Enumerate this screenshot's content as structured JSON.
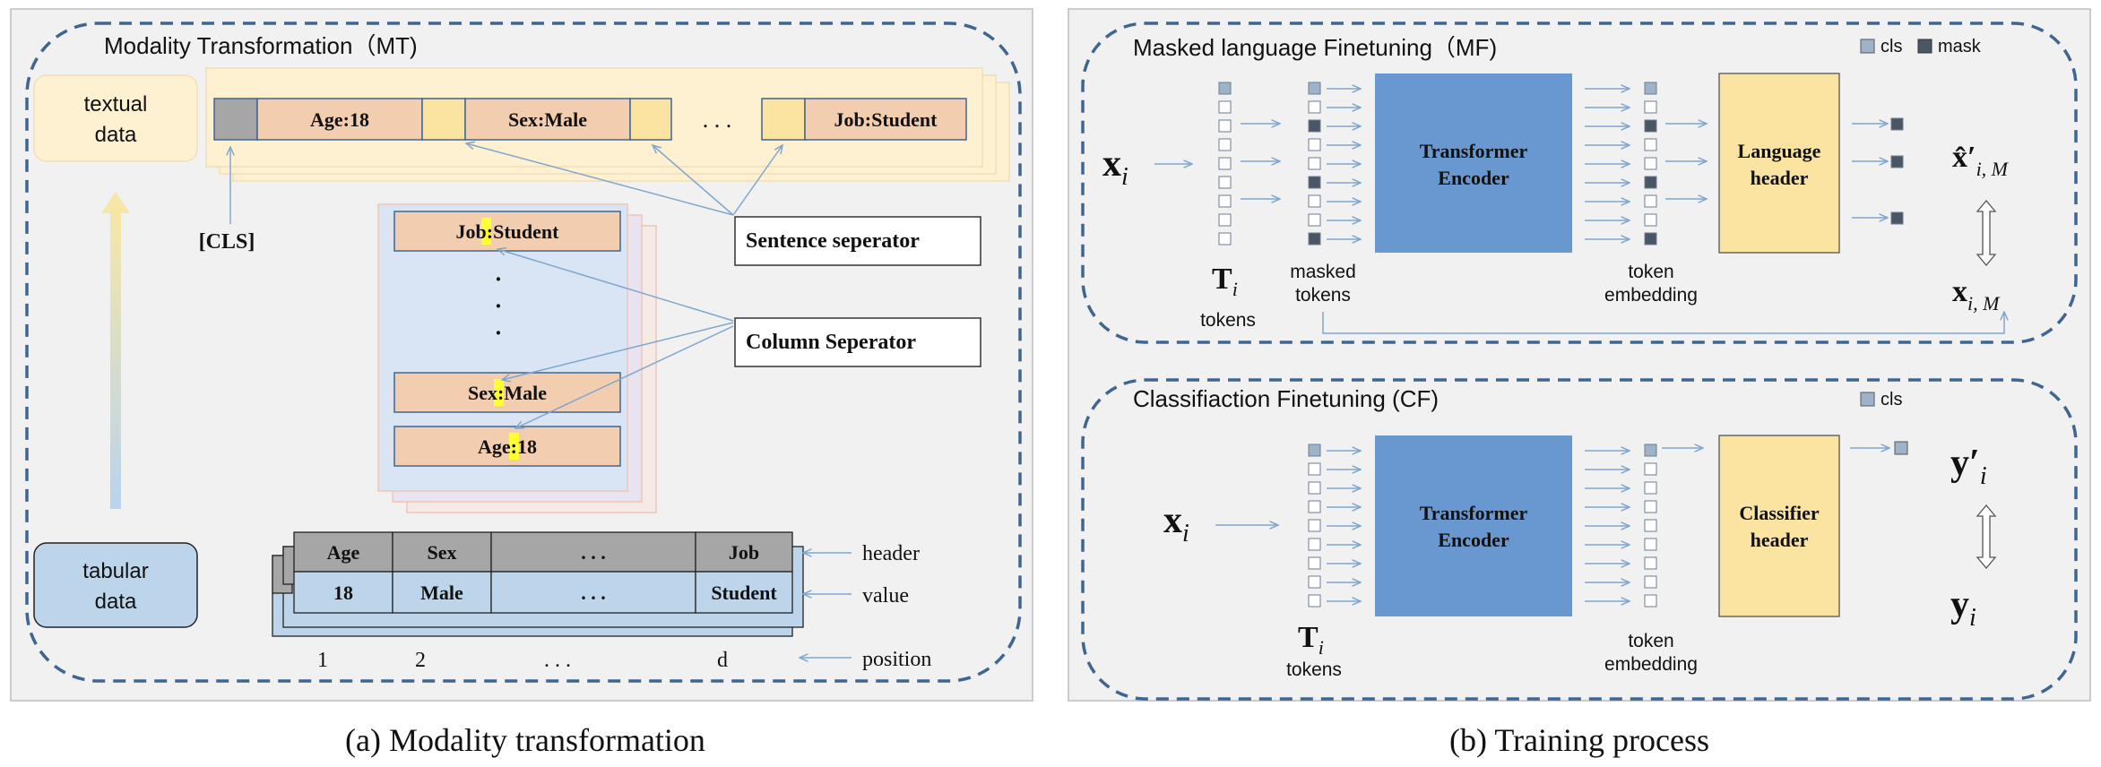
{
  "left": {
    "mt_title": "Modality Transformation（MT)",
    "textual_data": [
      "textual",
      "data"
    ],
    "tabular_data": [
      "tabular",
      "data"
    ],
    "cls_label": "[CLS]",
    "sentence_tokens": [
      "Age:18",
      "Sex:Male",
      "Job:Student"
    ],
    "ellipsis": ". . .",
    "column_stack": [
      {
        "key": "Job",
        "sep": ":",
        "val": "Student"
      },
      {
        "key": "Sex",
        "sep": ":",
        "val": "Male"
      },
      {
        "key": "Age",
        "sep": ":",
        "val": "18"
      }
    ],
    "vdots": [
      "·",
      "·",
      "·"
    ],
    "sentence_sep": "Sentence seperator",
    "column_sep": "Column Seperator",
    "table_header": [
      "Age",
      "Sex",
      ". . .",
      "Job"
    ],
    "table_value": [
      "18",
      "Male",
      ". . .",
      "Student"
    ],
    "row_labels": {
      "header": "header",
      "value": "value",
      "position": "position"
    },
    "positions": [
      "1",
      "2",
      ". . .",
      "d"
    ],
    "caption": "(a) Modality transformation"
  },
  "right": {
    "mf_title": "Masked language Finetuning（MF)",
    "cf_title": "Classifiaction Finetuning (CF)",
    "legend_cls": "cls",
    "legend_mask": "mask",
    "x_i": "x",
    "x_i_sub": "i",
    "T_i": "T",
    "T_i_sub": "i",
    "tokens": "tokens",
    "masked_tokens": [
      "masked",
      "tokens"
    ],
    "token_embedding": [
      "token",
      "embedding"
    ],
    "transformer": [
      "Transformer",
      "Encoder"
    ],
    "language_header": [
      "Language",
      "header"
    ],
    "classifier_header": [
      "Classifier",
      "header"
    ],
    "xhat": "x̂′",
    "xhat_sub": "i, M",
    "x_im": "x",
    "x_im_sub": "i, M",
    "y_prime": "y′",
    "y_prime_sub": "i",
    "y": "y",
    "y_sub": "i",
    "caption": "(b) Training process"
  },
  "colors": {
    "panel_bg": "#f1f1f1",
    "dash": "#3f6690",
    "peach": "#f3cdb0",
    "yellow_light": "#fef1d1",
    "yellow": "#fbe3a1",
    "blue_light": "#d9e4f4",
    "blue_encoder": "#6898cf",
    "cell_blue": "#bdd5ea",
    "cell_gray": "#a6a6a6",
    "arrow": "#7fa6cf",
    "highlight": "#ffff33"
  }
}
